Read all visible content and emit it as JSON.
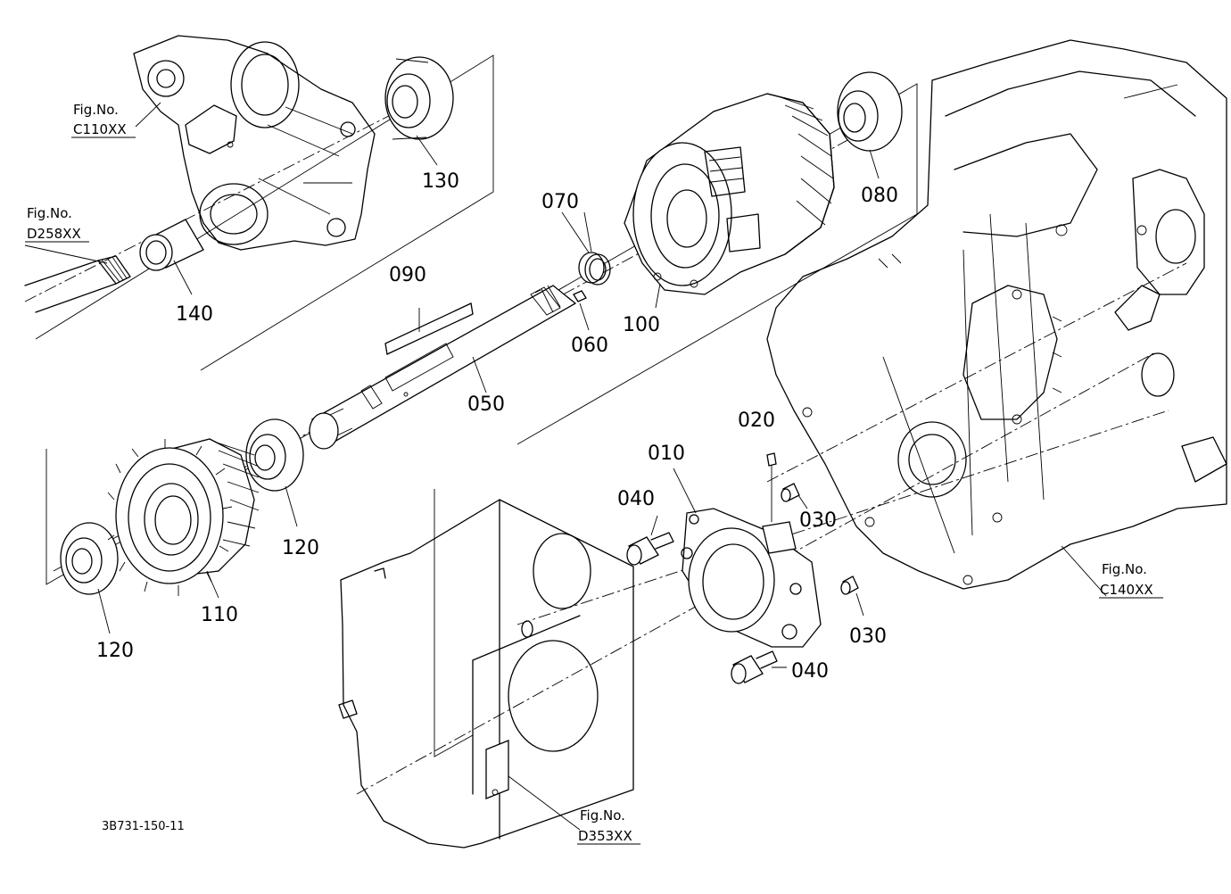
{
  "diagram_code": "3B731-150-11",
  "fig_refs": [
    {
      "id": "c110",
      "title": "Fig.No.",
      "code": "C110XX"
    },
    {
      "id": "d258",
      "title": "Fig.No.",
      "code": "D258XX"
    },
    {
      "id": "c140",
      "title": "Fig.No.",
      "code": "C140XX"
    },
    {
      "id": "d353",
      "title": "Fig.No.",
      "code": "D353XX"
    }
  ],
  "part_labels": {
    "p130": "130",
    "p140": "140",
    "p090": "090",
    "p070": "070",
    "p060": "060",
    "p100": "100",
    "p080": "080",
    "p050": "050",
    "p120a": "120",
    "p120b": "120",
    "p110": "110",
    "p020": "020",
    "p010": "010",
    "p040a": "040",
    "p040b": "040",
    "p030a": "030",
    "p030b": "030"
  }
}
